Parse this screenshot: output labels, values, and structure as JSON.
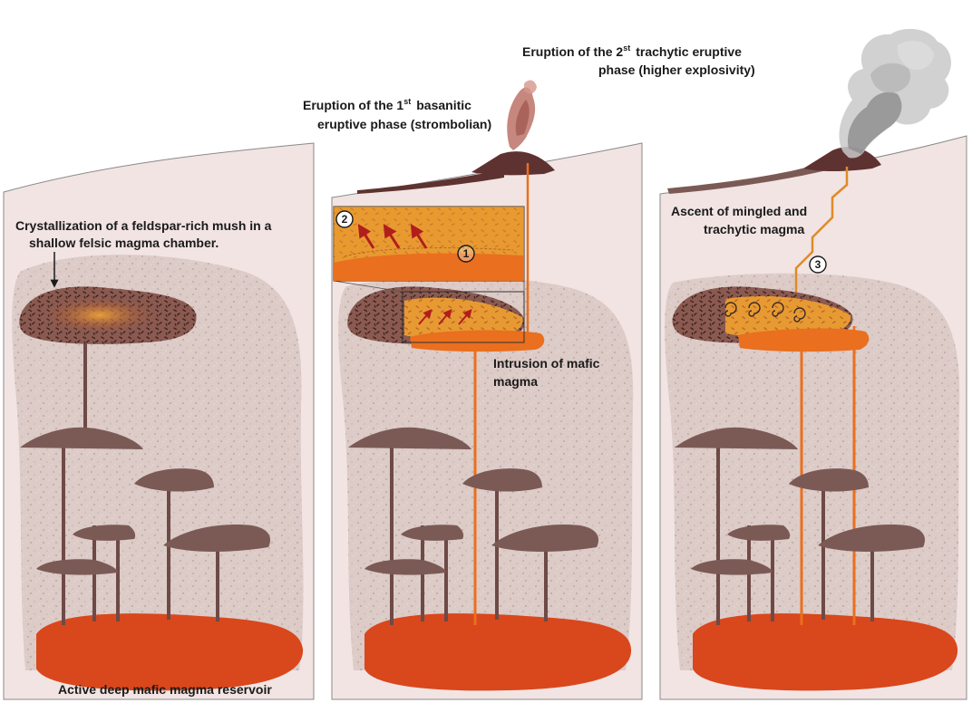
{
  "labels": {
    "p1_crystallization_l1": "Crystallization of a feldspar-rich mush in a",
    "p1_crystallization_l2": "shallow felsic magma chamber.",
    "p1_reservoir": "Active deep mafic magma reservoir",
    "p2_eruption_l1a": "Eruption of the 1",
    "p2_eruption_l1sup": "st",
    "p2_eruption_l1b": "basanitic",
    "p2_eruption_l2": "eruptive phase (strombolian)",
    "p2_intrusion_l1": "Intrusion of mafic",
    "p2_intrusion_l2": "magma",
    "p3_eruption_l1a": "Eruption of the 2",
    "p3_eruption_l1sup": "st",
    "p3_eruption_l1b": "trachytic  eruptive",
    "p3_eruption_l2": "phase (higher explosivity)",
    "p3_ascent_l1": "Ascent of mingled and",
    "p3_ascent_l2": "trachytic magma"
  },
  "markers": {
    "m1": "1",
    "m2": "2",
    "m3": "3"
  },
  "colors": {
    "crust": "#f1e4e3",
    "crust_outline": "#8a8a8a",
    "mush_zone": "#ddcdc9",
    "sill": "#7b5a56",
    "mafic_deep": "#d9471c",
    "mafic_intrusion": "#ea6f1e",
    "felsic_orange": "#e79b2c",
    "volcano": "#5e3230",
    "arrow_red": "#b21d1d",
    "ash_grey": "#a7a7a7"
  }
}
